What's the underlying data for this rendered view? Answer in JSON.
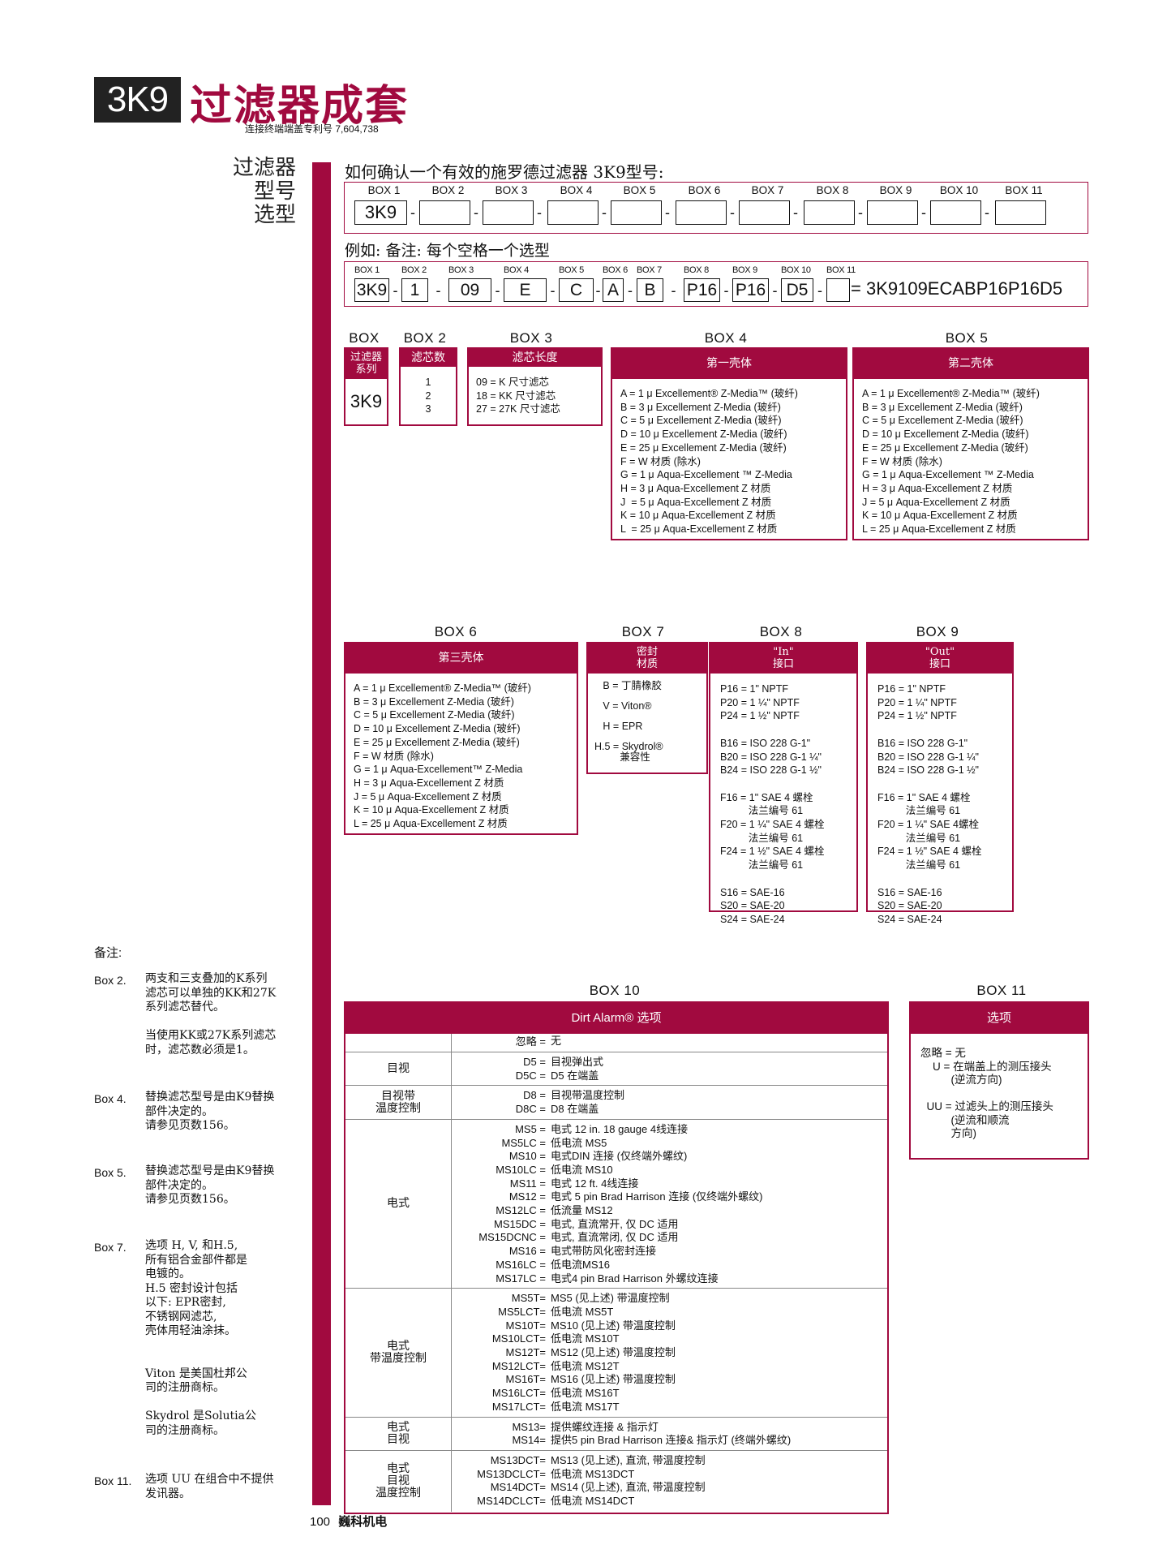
{
  "header": {
    "code": "3K9",
    "title": "过滤器成套",
    "patent": "连接终端端盖专利号 7,604,738"
  },
  "side_title": [
    "过滤器",
    "型号",
    "选型"
  ],
  "how_to": "如何确认一个有效的施罗德过滤器 3K9型号:",
  "example_label": "例如: 备注: 每个空格一个选型",
  "top_boxes": [
    "BOX 1",
    "BOX 2",
    "BOX 3",
    "BOX 4",
    "BOX 5",
    "BOX 6",
    "BOX 7",
    "BOX 8",
    "BOX 9",
    "BOX 10",
    "BOX 11"
  ],
  "box1_value": "3K9",
  "example_values": [
    "3K9",
    "1",
    "09",
    "E",
    "C",
    "A",
    "B",
    "P16",
    "P16",
    "D5",
    ""
  ],
  "example_result": "= 3K9109ECABP16P16D5",
  "box1": {
    "label": "BOX 1",
    "head": "过滤器\n系列",
    "value": "3K9"
  },
  "box2": {
    "label": "BOX 2",
    "head": "滤芯数",
    "opts": "1\n2\n3"
  },
  "box3": {
    "label": "BOX 3",
    "head": "滤芯长度",
    "opts": "09 = K 尺寸滤芯\n18 = KK 尺寸滤芯\n27 = 27K 尺寸滤芯"
  },
  "box4": {
    "label": "BOX 4",
    "head": "第一壳体",
    "opts": "A = 1 μ Excellement® Z-Media™ (玻纤)\nB = 3 μ Excellement Z-Media (玻纤)\nC = 5 μ Excellement Z-Media (玻纤)\nD = 10 μ Excellement Z-Media (玻纤)\nE = 25 μ Excellement Z-Media (玻纤)\nF = W 材质 (除水)\nG = 1 μ Aqua-Excellement ™ Z-Media\nH = 3 μ Aqua-Excellement Z 材质\nJ  = 5 μ Aqua-Excellement Z 材质\nK = 10 μ Aqua-Excellement Z 材质\nL  = 25 μ Aqua-Excellement Z 材质"
  },
  "box5": {
    "label": "BOX 5",
    "head": "第二壳体",
    "opts": "A = 1 μ Excellement® Z-Media™ (玻纤)\nB = 3 μ Excellement Z-Media (玻纤)\nC = 5 μ Excellement Z-Media (玻纤)\nD = 10 μ Excellement Z-Media (玻纤)\nE = 25 μ Excellement Z-Media (玻纤)\nF = W 材质 (除水)\nG = 1 μ Aqua-Excellement ™ Z-Media\nH = 3 μ Aqua-Excellement Z 材质\nJ = 5 μ Aqua-Excellement Z 材质\nK = 10 μ Aqua-Excellement Z 材质\nL = 25 μ Aqua-Excellement Z 材质"
  },
  "box6": {
    "label": "BOX 6",
    "head": "第三壳体",
    "opts": "A = 1 μ Excellement® Z-Media™ (玻纤)\nB = 3 μ Excellement Z-Media (玻纤)\nC = 5 μ Excellement Z-Media (玻纤)\nD = 10 μ Excellement Z-Media (玻纤)\nE = 25 μ Excellement Z-Media (玻纤)\nF = W 材质 (除水)\nG = 1 μ Aqua-Excellement™ Z-Media\nH = 3 μ Aqua-Excellement Z 材质\nJ = 5 μ Aqua-Excellement Z 材质\nK = 10 μ Aqua-Excellement Z 材质\nL = 25 μ Aqua-Excellement Z 材质"
  },
  "box7": {
    "label": "BOX 7",
    "head": "密封\n材质",
    "opts": "   B = 丁腈橡胶\n\n   V = Viton®\n\n   H = EPR\n\nH.5 = Skydrol®\n         兼容性"
  },
  "box8": {
    "label": "BOX 8",
    "head": "\"In\"\n接口",
    "opts": "P16 = 1\" NPTF\nP20 = 1 ¼\" NPTF\nP24 = 1 ½\" NPTF\n\nB16 = ISO 228 G-1\"\nB20 = ISO 228 G-1 ¼\"\nB24 = ISO 228 G-1 ½\"\n\nF16 = 1\" SAE 4 螺栓\n          法兰编号 61\nF20 = 1 ¼\" SAE 4 螺栓\n          法兰编号 61\nF24 = 1 ½\" SAE 4 螺栓\n          法兰编号 61\n\nS16 = SAE-16\nS20 = SAE-20\nS24 = SAE-24"
  },
  "box9": {
    "label": "BOX 9",
    "head": "\"Out\"\n接口",
    "opts": "P16 = 1\" NPTF\nP20 = 1 ¼\" NPTF\nP24 = 1 ½\" NPTF\n\nB16 = ISO 228 G-1\"\nB20 = ISO 228 G-1 ¼\"\nB24 = ISO 228 G-1 ½\"\n\nF16 = 1\" SAE 4 螺栓\n          法兰编号 61\nF20 = 1 ¼\" SAE 4螺栓\n          法兰编号 61\nF24 = 1 ½\" SAE 4 螺栓\n          法兰编号 61\n\nS16 = SAE-16\nS20 = SAE-20\nS24 = SAE-24"
  },
  "box10": {
    "label": "BOX 10",
    "head": "Dirt Alarm® 选项",
    "omit": {
      "k": "忽略 =",
      "v": "无"
    },
    "groups": [
      {
        "label": "目视",
        "rows": [
          {
            "k": "D5 =",
            "v": "目视弹出式"
          },
          {
            "k": "D5C =",
            "v": "D5 在端盖"
          }
        ]
      },
      {
        "label": "目视带\n温度控制",
        "rows": [
          {
            "k": "D8 =",
            "v": "目视带温度控制"
          },
          {
            "k": "D8C =",
            "v": "D8 在端盖"
          }
        ]
      },
      {
        "label": "电式",
        "rows": [
          {
            "k": "MS5 =",
            "v": "电式 12 in. 18 gauge 4线连接"
          },
          {
            "k": "MS5LC =",
            "v": "低电流 MS5"
          },
          {
            "k": "MS10 =",
            "v": "电式DIN 连接 (仅终端外螺纹)"
          },
          {
            "k": "MS10LC =",
            "v": "低电流 MS10"
          },
          {
            "k": "MS11 =",
            "v": "电式 12 ft. 4线连接"
          },
          {
            "k": "MS12 =",
            "v": "电式 5 pin Brad Harrison 连接 (仅终端外螺纹)"
          },
          {
            "k": "MS12LC =",
            "v": "低流量 MS12"
          },
          {
            "k": "MS15DC =",
            "v": "电式, 直流常开, 仅 DC 适用"
          },
          {
            "k": "MS15DCNC =",
            "v": "电式, 直流常闭, 仅 DC 适用"
          },
          {
            "k": "MS16 =",
            "v": "电式带防风化密封连接"
          },
          {
            "k": "MS16LC =",
            "v": "低电流MS16"
          },
          {
            "k": "MS17LC =",
            "v": "电式4 pin Brad Harrison 外螺纹连接"
          }
        ]
      },
      {
        "label": "电式\n带温度控制",
        "rows": [
          {
            "k": "MS5T=",
            "v": "MS5 (见上述) 带温度控制"
          },
          {
            "k": "MS5LCT=",
            "v": "低电流 MS5T"
          },
          {
            "k": "MS10T=",
            "v": "MS10 (见上述) 带温度控制"
          },
          {
            "k": "MS10LCT=",
            "v": "低电流 MS10T"
          },
          {
            "k": "MS12T=",
            "v": "MS12 (见上述) 带温度控制"
          },
          {
            "k": "MS12LCT=",
            "v": "低电流 MS12T"
          },
          {
            "k": "MS16T=",
            "v": "MS16 (见上述) 带温度控制"
          },
          {
            "k": "MS16LCT=",
            "v": "低电流 MS16T"
          },
          {
            "k": "MS17LCT=",
            "v": "低电流 MS17T"
          }
        ]
      },
      {
        "label": "电式\n目视",
        "rows": [
          {
            "k": "MS13=",
            "v": "提供螺纹连接 & 指示灯"
          },
          {
            "k": "MS14=",
            "v": "提供5 pin Brad Harrison 连接& 指示灯 (终端外螺纹)"
          }
        ]
      },
      {
        "label": "电式\n目视\n温度控制",
        "rows": [
          {
            "k": "MS13DCT=",
            "v": "MS13 (见上述), 直流, 带温度控制"
          },
          {
            "k": "MS13DCLCT=",
            "v": "低电流 MS13DCT"
          },
          {
            "k": "MS14DCT=",
            "v": "MS14 (见上述), 直流, 带温度控制"
          },
          {
            "k": "MS14DCLCT=",
            "v": "低电流 MS14DCT"
          }
        ]
      }
    ]
  },
  "box11": {
    "label": "BOX 11",
    "head": "选项",
    "opts": "忽略 = 无\n    U = 在端盖上的测压接头\n          (逆流方向)\n\n  UU = 过滤头上的测压接头\n          (逆流和顺流\n          方向)"
  },
  "notes_title": "备注:",
  "notes": [
    {
      "k": "Box 2.",
      "v": "两支和三支叠加的K系列\n滤芯可以单独的KK和27K\n系列滤芯替代。\n\n当使用KK或27K系列滤芯\n时，滤芯数必须是1。"
    },
    {
      "k": "Box 4.",
      "v": "替换滤芯型号是由K9替换\n部件决定的。\n请参见页数156。"
    },
    {
      "k": "Box 5.",
      "v": "替换滤芯型号是由K9替换\n部件决定的。\n请参见页数156。"
    },
    {
      "k": "Box 7.",
      "v": "选项 H, V, 和H.5,\n所有铝合金部件都是\n电镀的。\nH.5 密封设计包括\n以下: EPR密封,\n不锈钢网滤芯,\n壳体用轻油涂抹。\n\n\nViton 是美国杜邦公\n司的注册商标。\n\nSkydrol 是Solutia公\n司的注册商标。"
    },
    {
      "k": "Box 11.",
      "v": "选项 UU 在组合中不提供\n发讯器。"
    }
  ],
  "footer": {
    "page": "100",
    "company": "巍科机电"
  }
}
